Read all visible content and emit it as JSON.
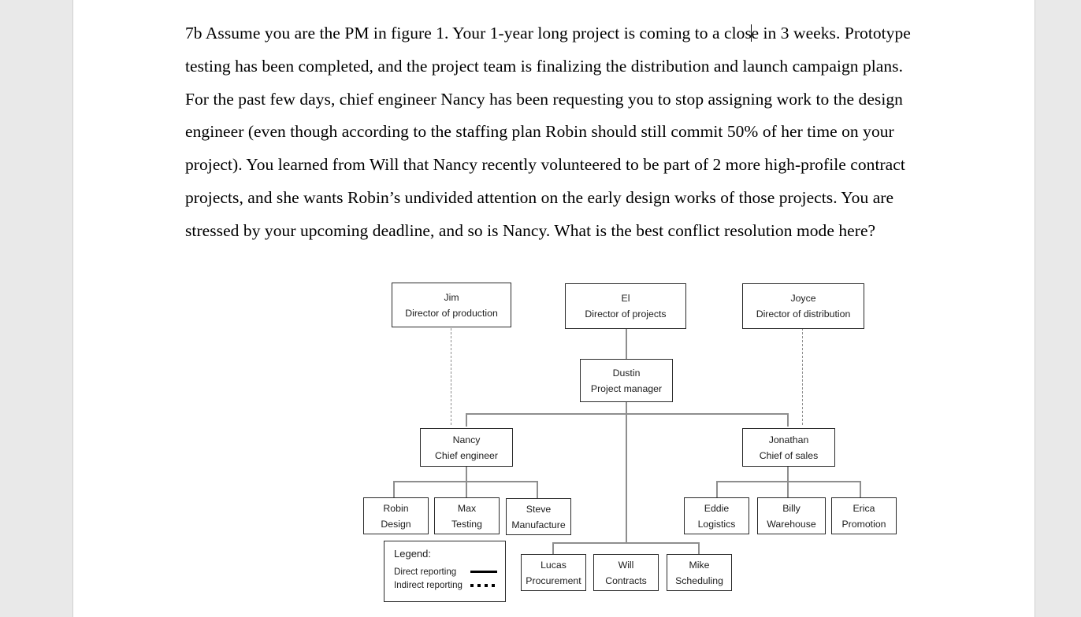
{
  "document": {
    "question_number": "7b",
    "paragraph": "7b Assume you are the PM in figure 1. Your 1-year long project is coming to a close in 3 weeks. Prototype testing has been completed, and the project team is finalizing the distribution and launch campaign plans. For the past few days, chief engineer Nancy has been requesting you to stop assigning work to the design engineer (even though according to the staffing plan Robin should still commit 50% of her time on your project). You learned from Will that Nancy recently volunteered to be part of 2 more high-profile contract projects, and she wants Robin’s undivided attention on the early design works of those projects. You are stressed by your upcoming deadline, and so is Nancy. What is the best conflict resolution mode here?",
    "paragraph_part_1": "7b Assume you are the PM in figure 1. Your 1-year long project is coming to a clos",
    "paragraph_part_2": "e in 3 weeks. Prototype testing has been completed, and the project team is finalizing the distribution and launch campaign plans. For the past few days, chief engineer Nancy has been requesting you to stop assigning work to the design engineer (even though according to the staffing plan Robin should still commit 50% of her time on your project). You learned from Will that Nancy recently volunteered to be part of 2 more high-profile contract projects, and she wants Robin’s undivided attention on the early design works of those projects. You are stressed by your upcoming deadline, and so is Nancy. What is the best conflict resolution mode here?"
  },
  "org_chart": {
    "nodes": [
      {
        "id": "jim",
        "name": "Jim",
        "role": "Director of production"
      },
      {
        "id": "el",
        "name": "El",
        "role": "Director of projects"
      },
      {
        "id": "joyce",
        "name": "Joyce",
        "role": "Director of distribution"
      },
      {
        "id": "dustin",
        "name": "Dustin",
        "role": "Project manager"
      },
      {
        "id": "nancy",
        "name": "Nancy",
        "role": "Chief engineer"
      },
      {
        "id": "jonathan",
        "name": "Jonathan",
        "role": "Chief of sales"
      },
      {
        "id": "robin",
        "name": "Robin",
        "role": "Design"
      },
      {
        "id": "max",
        "name": "Max",
        "role": "Testing"
      },
      {
        "id": "steve",
        "name": "Steve",
        "role": "Manufacture"
      },
      {
        "id": "eddie",
        "name": "Eddie",
        "role": "Logistics"
      },
      {
        "id": "billy",
        "name": "Billy",
        "role": "Warehouse"
      },
      {
        "id": "erica",
        "name": "Erica",
        "role": "Promotion"
      },
      {
        "id": "lucas",
        "name": "Lucas",
        "role": "Procurement"
      },
      {
        "id": "will",
        "name": "Will",
        "role": "Contracts"
      },
      {
        "id": "mike",
        "name": "Mike",
        "role": "Scheduling"
      }
    ],
    "legend": {
      "title": "Legend:",
      "direct_label": "Direct reporting",
      "indirect_label": "Indirect reporting"
    },
    "colors": {
      "box_border": "#2a2a2a",
      "connector": "#8e8e8e",
      "arrow": "#2b2b2b",
      "page": "#ffffff",
      "workspace": "#e9e9e9"
    }
  }
}
